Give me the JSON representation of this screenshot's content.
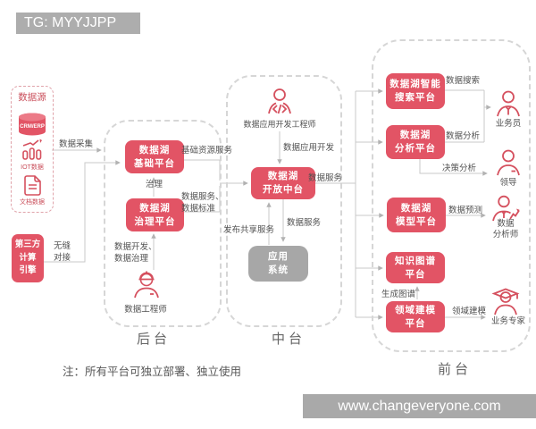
{
  "header": {
    "tag_label": "TG: MYYJJPP"
  },
  "footer": {
    "note": "注：所有平台可独立部署、独立使用",
    "watermark": "www.changeveryone.com"
  },
  "palette": {
    "platform_red": "#e25465",
    "icon_red": "#d5505e",
    "gray_box": "#a7a7a7",
    "banner_gray": "#adadad",
    "line_gray": "#c9c9c9",
    "label_text": "#525252"
  },
  "source_panel": {
    "title": "数据源",
    "items": [
      {
        "icon": "crm-erp-cylinder-icon",
        "label": "CRM/ERP"
      },
      {
        "icon": "iot-data-chart-icon",
        "label": "IOT数据"
      },
      {
        "icon": "document-icon",
        "label": "文档数据"
      }
    ]
  },
  "third_party_engine": {
    "text": "第三方\n计算\n引擎"
  },
  "zones": {
    "backstage": {
      "label": "后台",
      "platform_base": {
        "text": "数据湖\n基础平台"
      },
      "platform_governance": {
        "text": "数据湖\n治理平台"
      },
      "role_engineer": {
        "icon": "engineer-icon",
        "label": "数据工程师"
      }
    },
    "middle": {
      "label": "中台",
      "role_app_dev": {
        "icon": "developer-icon",
        "label": "数据应用开发工程师"
      },
      "platform_open": {
        "text": "数据湖\n开放中台"
      },
      "app_system": {
        "text": "应用\n系统"
      }
    },
    "front": {
      "label": "前台",
      "platforms": [
        {
          "text": "数据湖智能\n搜索平台"
        },
        {
          "text": "数据湖\n分析平台"
        },
        {
          "text": "数据湖\n模型平台"
        },
        {
          "text": "知识图谱\n平台"
        },
        {
          "text": "领域建模\n平台"
        }
      ],
      "roles": [
        {
          "icon": "salesperson-icon",
          "label": "业务员"
        },
        {
          "icon": "leader-icon",
          "label": "领导"
        },
        {
          "icon": "analyst-icon",
          "label": "数据\n分析师"
        },
        {
          "icon": "expert-icon",
          "label": "业务专家"
        }
      ]
    }
  },
  "edge_labels": {
    "data_collection": "数据采集",
    "seamless_connect": "无缝\n对接",
    "governance": "治理",
    "data_dev_governance": "数据开发、\n数据治理",
    "base_resource_service": "基础资源服务",
    "data_service_standard": "数据服务、\n数据标准",
    "data_app_dev": "数据应用开发",
    "data_service_mid": "数据服务",
    "data_service_down": "数据服务",
    "publish_share_service": "发布共享服务",
    "data_search": "数据搜索",
    "data_analysis": "数据分析",
    "decision_analysis": "决策分析",
    "data_prediction": "数据预测",
    "generate_graph": "生成图谱",
    "domain_modeling": "领域建模"
  }
}
